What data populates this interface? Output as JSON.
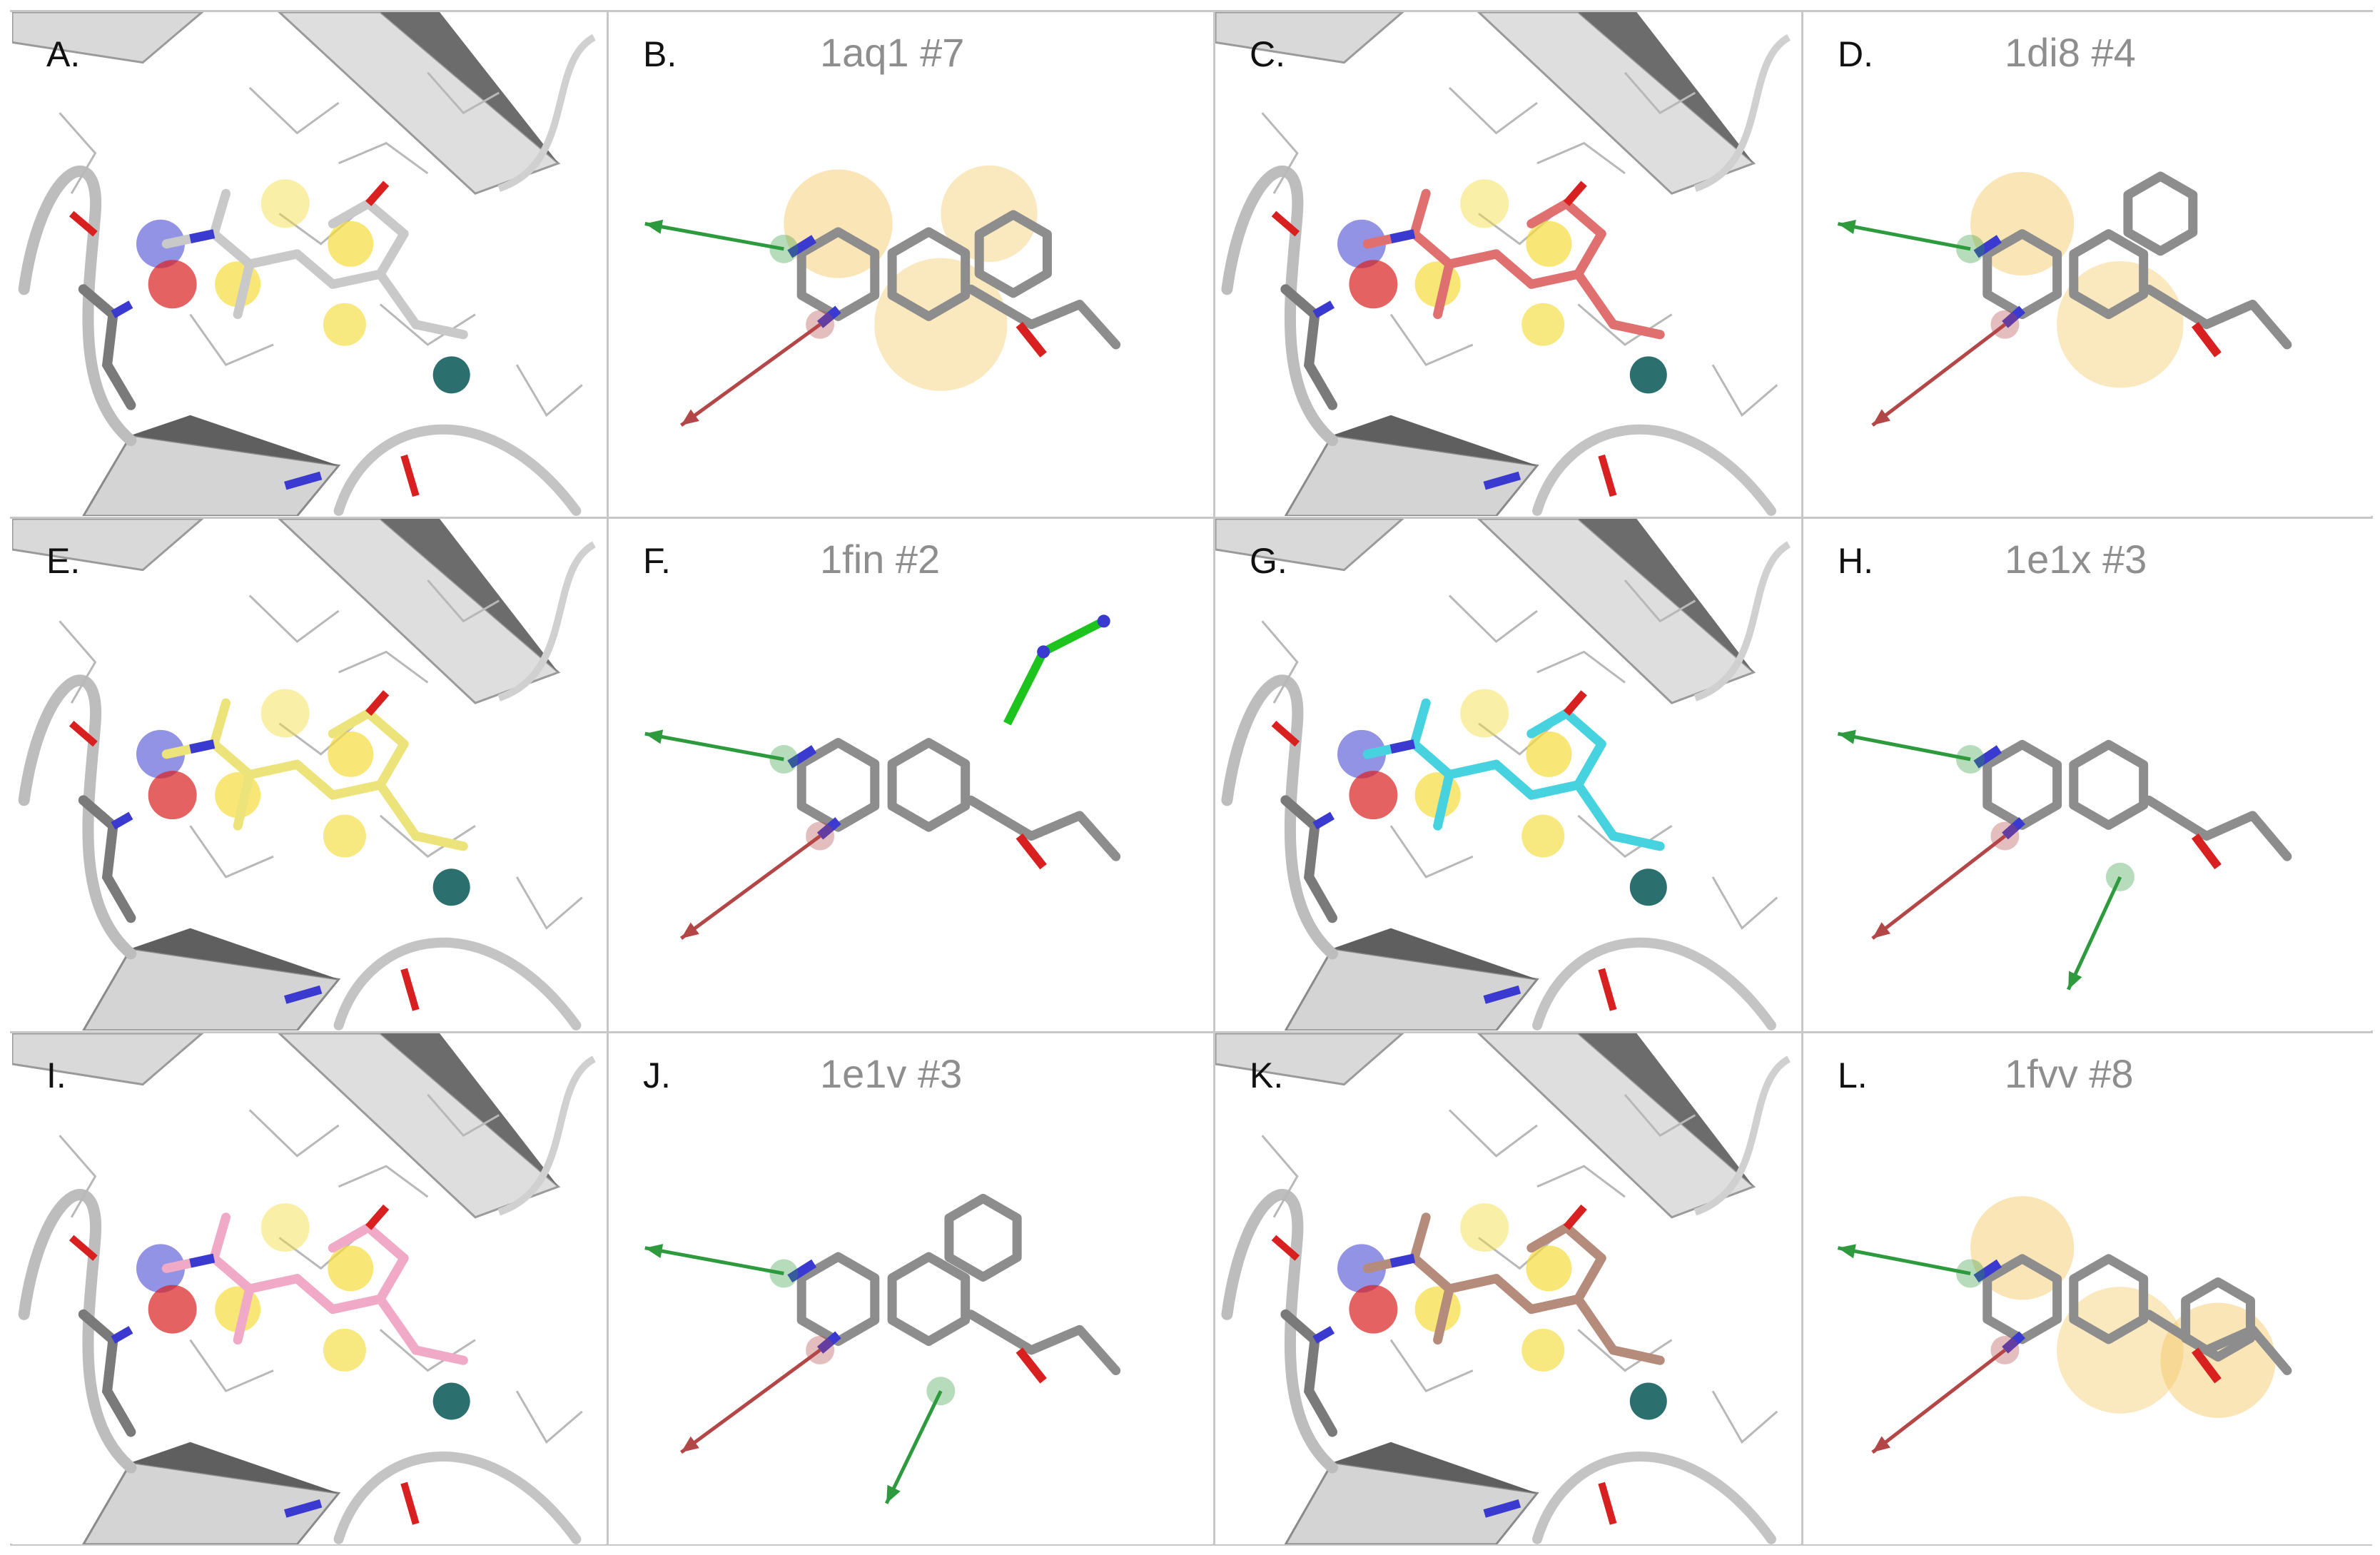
{
  "figure": {
    "panels": [
      {
        "letter": "A.",
        "title": "",
        "view": "pocket",
        "ligand_color": "#c9c9c9"
      },
      {
        "letter": "B.",
        "title": "1aq1 #7",
        "view": "ligand"
      },
      {
        "letter": "C.",
        "title": "",
        "view": "pocket",
        "ligand_color": "#e07070"
      },
      {
        "letter": "D.",
        "title": "1di8 #4",
        "view": "ligand"
      },
      {
        "letter": "E.",
        "title": "",
        "view": "pocket",
        "ligand_color": "#ece47a"
      },
      {
        "letter": "F.",
        "title": "1fin #2",
        "view": "ligand"
      },
      {
        "letter": "G.",
        "title": "",
        "view": "pocket",
        "ligand_color": "#46d3df"
      },
      {
        "letter": "H.",
        "title": "1e1x #3",
        "view": "ligand"
      },
      {
        "letter": "I.",
        "title": "",
        "view": "pocket",
        "ligand_color": "#f1a9c8"
      },
      {
        "letter": "J.",
        "title": "1e1v #3",
        "view": "ligand"
      },
      {
        "letter": "K.",
        "title": "",
        "view": "pocket",
        "ligand_color": "#b58b7c"
      },
      {
        "letter": "L.",
        "title": "1fvv #8",
        "view": "ligand"
      }
    ]
  },
  "colors": {
    "protein": "#cfcfcf",
    "protein_dark": "#5c5c5c",
    "carbon": "#8d8d8d",
    "nitrogen": "#3a3ad0",
    "oxygen": "#d82020",
    "metal": "#2c6f6f",
    "hydrophobic": "#f5dc3c",
    "aromatic": "#f3c660",
    "donor": "#2e9a3e",
    "acceptor": "#b34646",
    "phosphate": "#1ec41e",
    "title_grey": "#8e8e8e",
    "border": "#c8c8c8"
  }
}
